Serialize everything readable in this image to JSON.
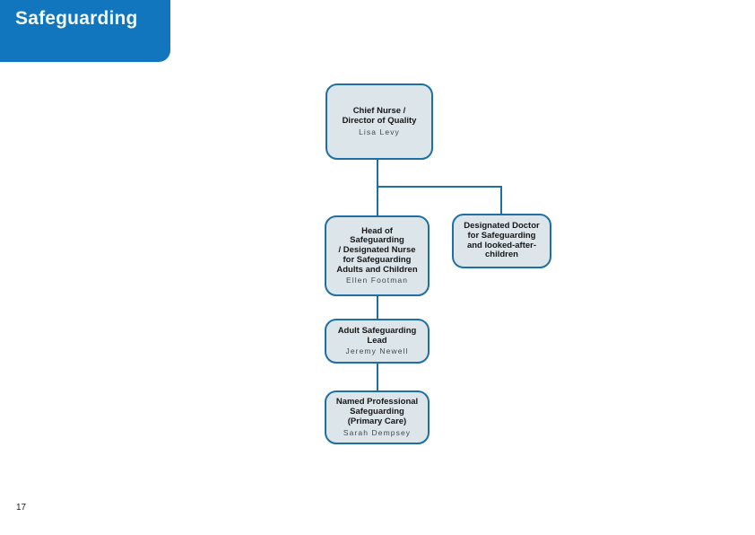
{
  "header": {
    "title": "Safeguarding"
  },
  "orgchart": {
    "nodes": [
      {
        "id": "chief-nurse",
        "title": "Chief Nurse /\nDirector of Quality",
        "name": "Lisa Levy"
      },
      {
        "id": "head-of-safeguarding",
        "title": "Head of\nSafeguarding\n/ Designated Nurse\nfor Safeguarding\nAdults and Children",
        "name": "Ellen Footman"
      },
      {
        "id": "designated-doctor",
        "title": "Designated Doctor\nfor Safeguarding\nand looked-after-\nchildren",
        "name": ""
      },
      {
        "id": "adult-safeguarding-lead",
        "title": "Adult Safeguarding\nLead",
        "name": "Jeremy Newell"
      },
      {
        "id": "named-professional",
        "title": "Named Professional\nSafeguarding\n(Primary Care)",
        "name": "Sarah Dempsey"
      }
    ]
  },
  "footer": {
    "page_number": "17"
  },
  "colors": {
    "header_blue": "#1176BE",
    "box_border_blue": "#1E6FA3",
    "box_fill": "#DCE6EA",
    "title_text": "#161616",
    "name_text": "#40484F"
  }
}
